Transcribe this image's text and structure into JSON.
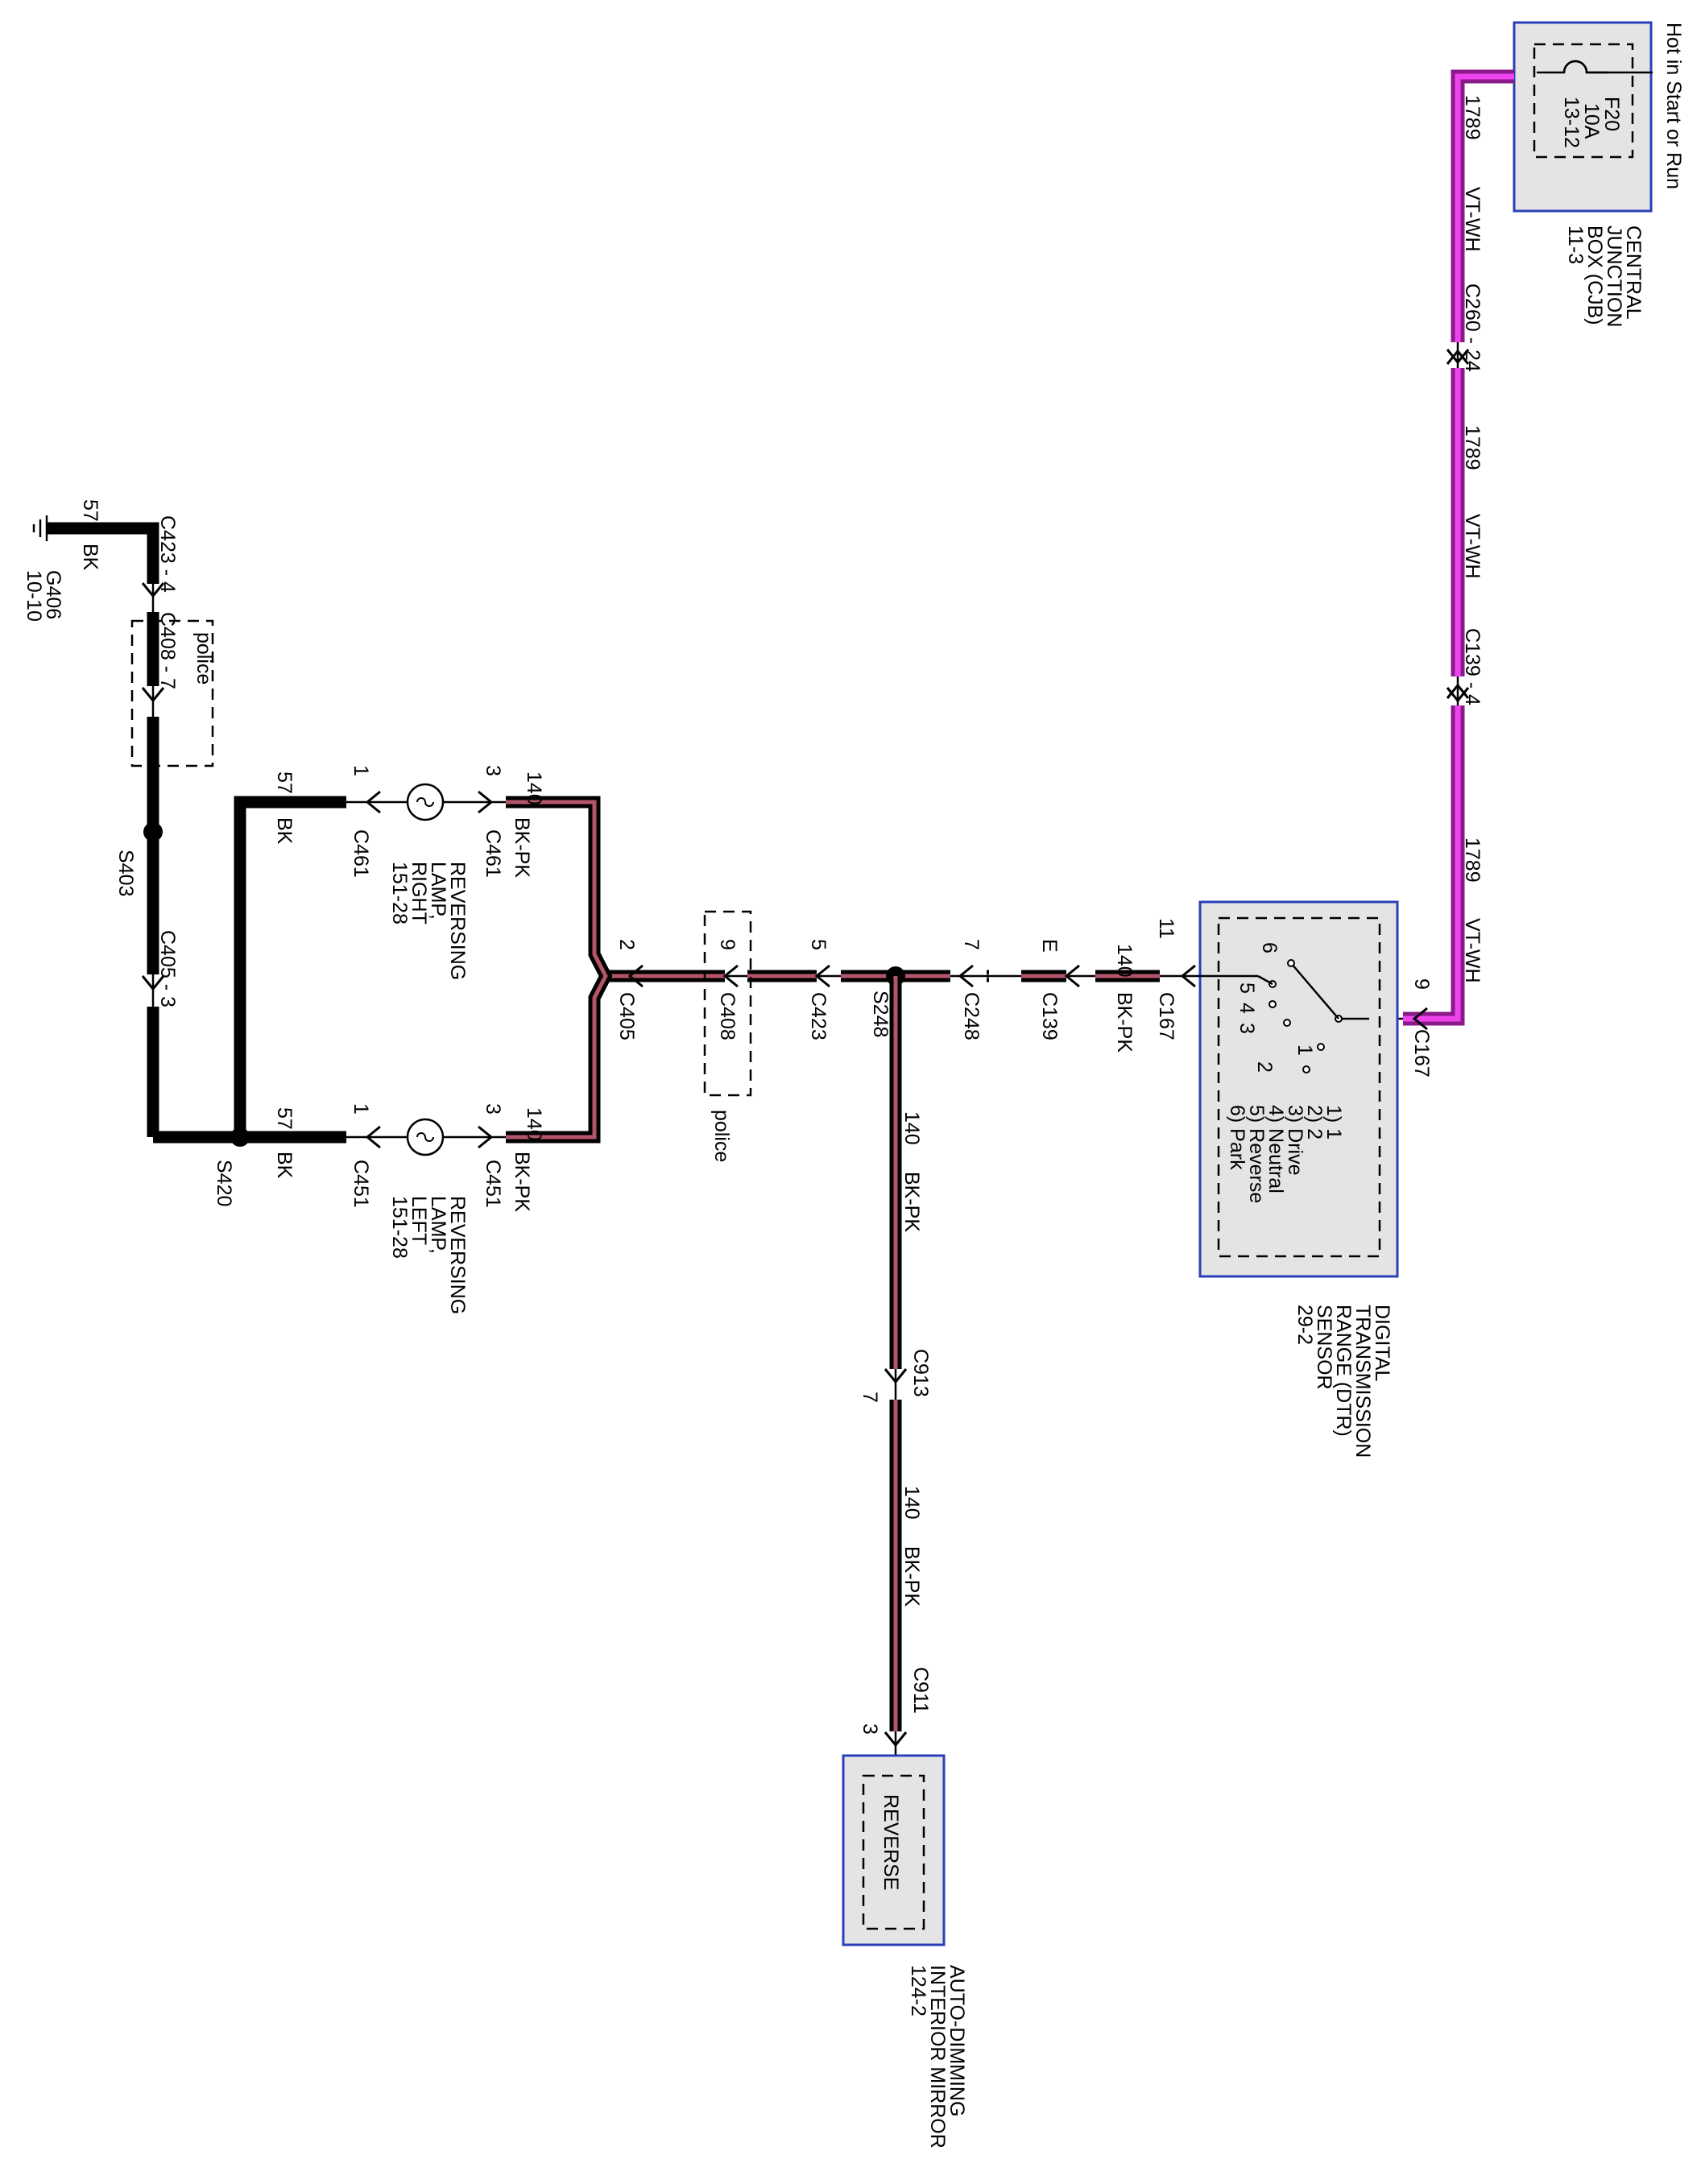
{
  "power": {
    "hot_label": "Hot in Start or Run",
    "fuse_name": "F20",
    "fuse_rating": "10A",
    "fuse_ref": "13-12",
    "cjb_lines": [
      "CENTRAL",
      "JUNCTION",
      "BOX (CJB)",
      "11-3"
    ]
  },
  "wires": {
    "vt_num": "1789",
    "vt_color": "VT-WH",
    "bp_num": "140",
    "bp_color": "BK-PK",
    "bk_num": "57",
    "bk_color": "BK"
  },
  "connectors": {
    "c260": "C260 - 24",
    "c139_4": "C139 - 4",
    "c167": "C167",
    "c167_pin9": "9",
    "c167_pin11": "11",
    "c139": "C139",
    "c139_pin": "E",
    "c248": "C248",
    "c248_pin": "7",
    "s248": "S248",
    "c423": "C423",
    "c423_pin": "5",
    "c408": "C408",
    "c408_pin": "9",
    "c405": "C405",
    "c405_pin": "2",
    "c461": "C461",
    "c451": "C451",
    "pin1": "1",
    "pin3": "3",
    "c913": "C913",
    "c913_pin": "7",
    "c911": "C911",
    "c911_pin": "3",
    "c423_4": "C423 - 4",
    "c408_7": "C408 - 7",
    "s403": "S403",
    "c405_3": "C405 - 3",
    "s420": "S420",
    "g406": "G406",
    "g406_ref": "10-10",
    "police": "police"
  },
  "dtr": {
    "title_lines": [
      "DIGITAL",
      "TRANSMISSION",
      "RANGE (DTR)",
      "SENSOR",
      "29-2"
    ],
    "positions": [
      "1) 1",
      "2) 2",
      "3) Drive",
      "4) Neutral",
      "5) Reverse",
      "6) Park"
    ],
    "switch_numbers": [
      "6",
      "5",
      "4",
      "3",
      "2",
      "1"
    ]
  },
  "lamps": {
    "right_lines": [
      "REVERSING",
      "LAMP,",
      "RIGHT",
      "151-28"
    ],
    "left_lines": [
      "REVERSING",
      "LAMP,",
      "LEFT",
      "151-28"
    ]
  },
  "mirror": {
    "reverse_label": "REVERSE",
    "title_lines": [
      "AUTO-DIMMING",
      "INTERIOR MIRROR",
      "124-2"
    ]
  }
}
